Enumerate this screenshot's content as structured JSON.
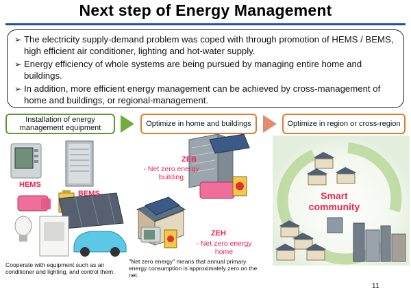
{
  "title": "Next step of Energy Management",
  "bullets": [
    "The electricity supply-demand problem was coped with through promotion of HEMS / BEMS, high efficient air conditioner, lighting and hot-water supply.",
    "Energy efficiency of whole systems are being pursued by managing entire home and buildings.",
    "In addition, more efficient energy management can be achieved by cross-management of home and buildings, or regional-management."
  ],
  "bullet_marker": "➢",
  "steps": [
    "Installation of energy management equipment",
    "Optimize in home and buildings",
    "Optimize in region or cross-region"
  ],
  "labels": {
    "hems": "HEMS",
    "bems": "BEMS",
    "zeb_title": "ZEB",
    "zeb_desc": "- Net zero energy building",
    "zeh_title": "ZEH",
    "zeh_desc": "- Net zero energy home",
    "smart_community": "Smart community"
  },
  "captions": {
    "left": "Cooperate with equipment such as air conditioner and lighting, and control them.",
    "middle": "\"Net zero energy\" means that annual primary energy consumption is approximately zero on the net."
  },
  "page_number": "11",
  "colors": {
    "title_rule": "#1f4fa8",
    "accent_red": "#e8264f",
    "step1_border": "#5a9a2a",
    "step_border": "#e07b2a"
  },
  "icons": [
    "hems-panel-icon",
    "bems-server-icon",
    "battery-icon",
    "storage-tank-icon",
    "solar-panel-icon",
    "bulb-icon",
    "air-conditioner-icon",
    "car-icon",
    "house-icon",
    "building-icon",
    "cycle-arrows-icon"
  ]
}
